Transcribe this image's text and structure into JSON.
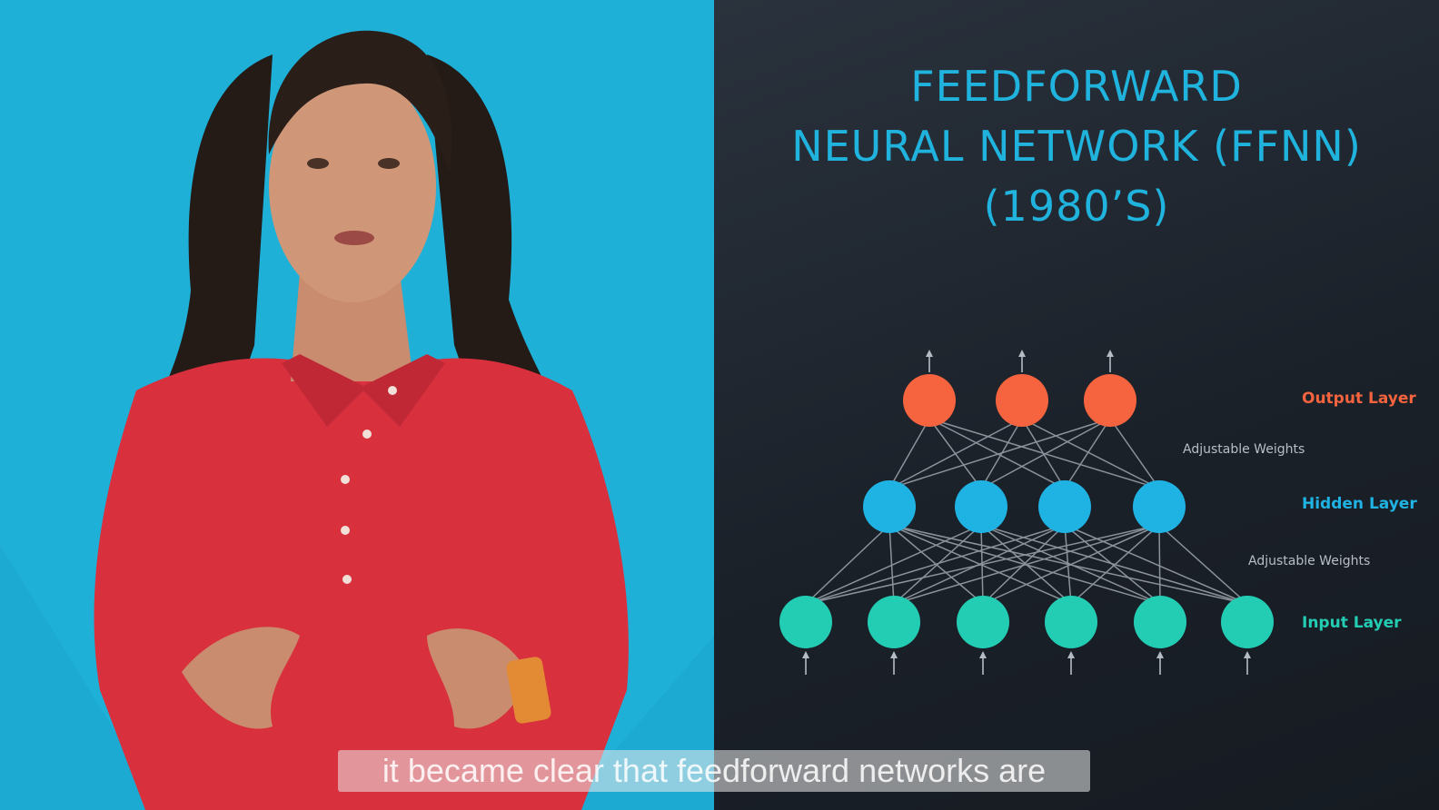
{
  "title": {
    "line1": "FEEDFORWARD",
    "line2": "NEURAL NETWORK (FFNN)",
    "line3": "(1980’S)"
  },
  "diagram": {
    "output_label": "Output Layer",
    "hidden_label": "Hidden Layer",
    "input_label": "Input Layer",
    "weights_upper_label": "Adjustable Weights",
    "weights_lower_label": "Adjustable Weights",
    "layers": {
      "output_nodes": 3,
      "hidden_nodes": 4,
      "input_nodes": 6
    },
    "colors": {
      "output": "#f5643e",
      "hidden": "#1fb3e4",
      "input": "#23cdb4",
      "connection": "#8a929b",
      "arrow": "#b5bcc4"
    }
  },
  "caption": "it became clear that feedforward networks are",
  "colors": {
    "left_background": "#1fb0d8",
    "right_background": "#1e2530",
    "title": "#1fb3dd"
  }
}
